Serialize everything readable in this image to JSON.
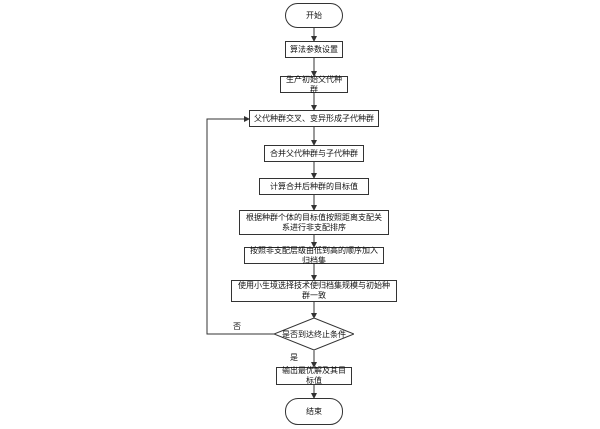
{
  "nodes": {
    "start": "开始",
    "set_params": "算法参数设置",
    "init_population": "生产初始父代种群",
    "crossover_mutation": "父代种群交叉、变异形成子代种群",
    "merge": "合并父代种群与子代种群",
    "compute_objective": "计算合并后种群的目标值",
    "nondominated_sort": "根据种群个体的目标值按照距离支配关系进行非支配排序",
    "add_archive": "按照非支配层级由低到高的顺序加入归档集",
    "niche_select": "使用小生境选择技术使归档集规模与初始种群一致",
    "termination_check": "是否到达终止条件",
    "output": "输出最优解及其目标值",
    "end": "结束"
  },
  "edge_labels": {
    "no": "否",
    "yes": "是"
  }
}
